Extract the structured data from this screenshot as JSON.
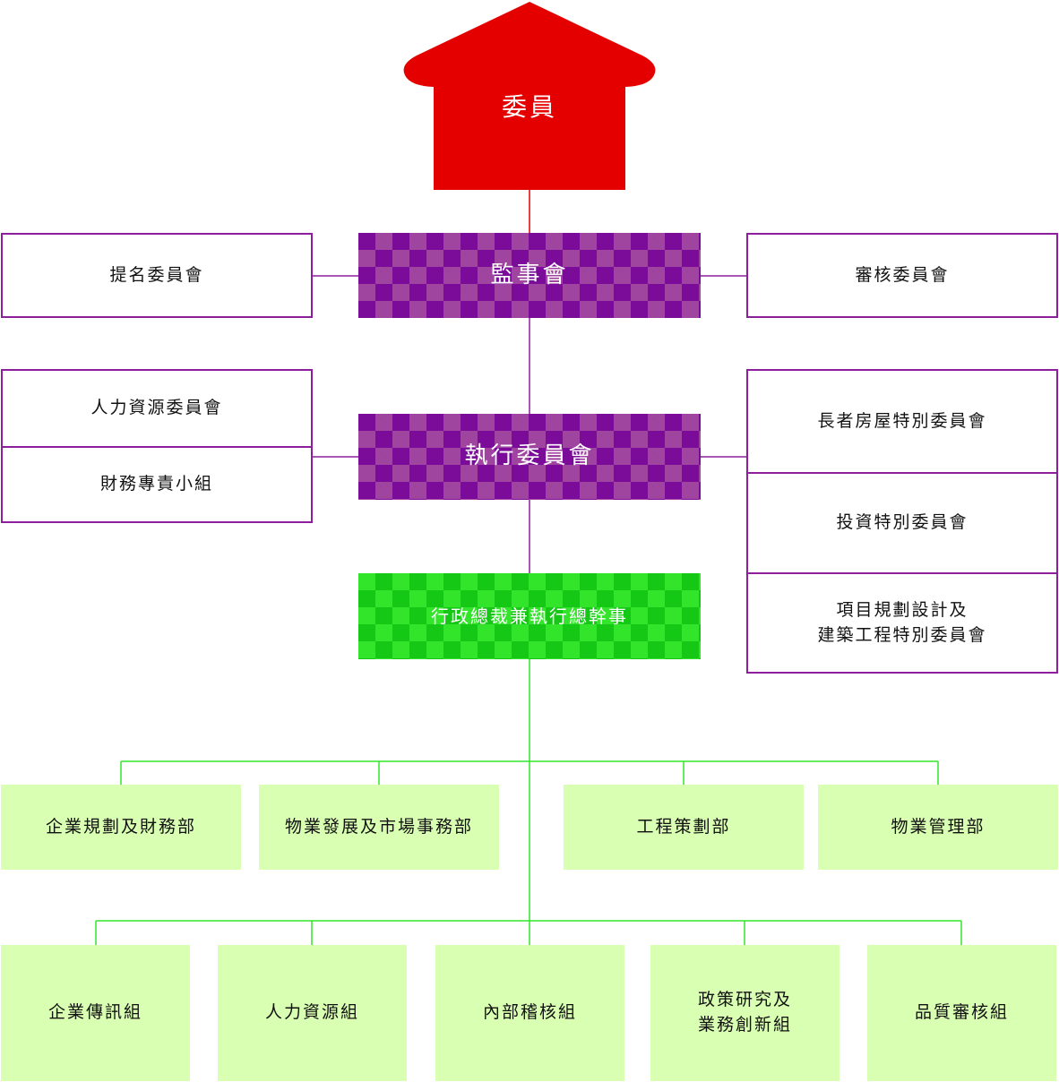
{
  "top": {
    "label": "委員",
    "color": "#e50000"
  },
  "supervisory": {
    "label": "監事會"
  },
  "executive": {
    "label": "執行委員會"
  },
  "ceo": {
    "label": "行政總裁兼執行總幹事"
  },
  "left_committees": {
    "nomination": "提名委員會",
    "hr": "人力資源委員會",
    "finance": "財務專責小組"
  },
  "right_committees": {
    "audit": "審核委員會",
    "elderly": "長者房屋特別委員會",
    "investment": "投資特別委員會",
    "project_line1": "項目規劃設計及",
    "project_line2": "建築工程特別委員會"
  },
  "departments": [
    "企業規劃及財務部",
    "物業發展及市場事務部",
    "工程策劃部",
    "物業管理部"
  ],
  "groups": [
    {
      "line1": "企業傳訊組",
      "line2": ""
    },
    {
      "line1": "人力資源組",
      "line2": ""
    },
    {
      "line1": "內部稽核組",
      "line2": ""
    },
    {
      "line1": "政策研究及",
      "line2": "業務創新組"
    },
    {
      "line1": "品質審核組",
      "line2": ""
    }
  ],
  "colors": {
    "red": "#e50000",
    "purple": "#8d1f9c",
    "green": "#33e52a",
    "pale_green": "#d9ffb3"
  }
}
